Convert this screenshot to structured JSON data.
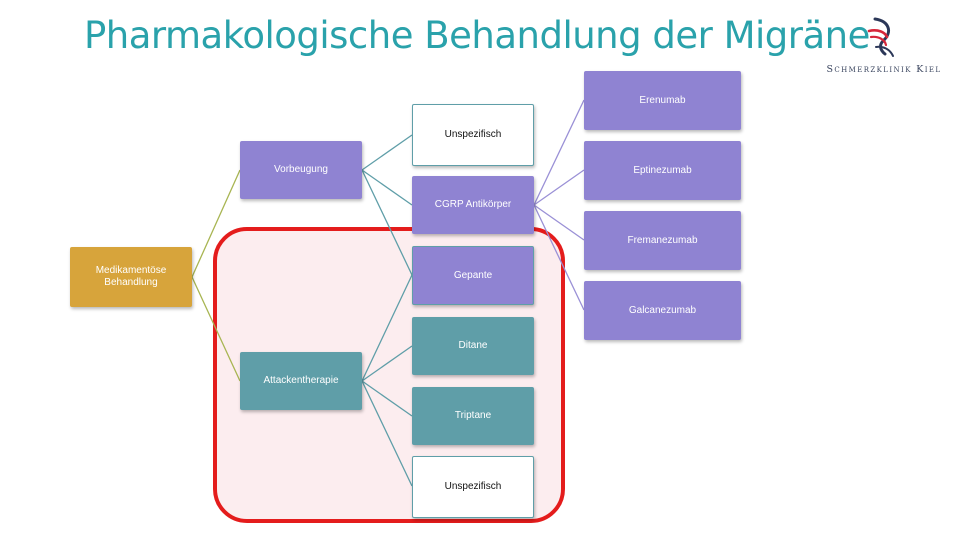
{
  "title": "Pharmakologische Behandlung der Migräne",
  "logo": {
    "text": "Schmerzklinik Kiel",
    "icon": "winged-figure-icon"
  },
  "colors": {
    "title": "#2aa2ab",
    "root": "#d7a43b",
    "purple": "#8f83d2",
    "teal": "#5f9ea8",
    "highlight_border": "#e41c1c"
  },
  "diagram": {
    "root": {
      "label": "Medikamentöse\nBehandlung"
    },
    "prevention": {
      "label": "Vorbeugung",
      "children": [
        {
          "label": "Unspezifisch"
        },
        {
          "label": "CGRP Antikörper"
        },
        {
          "label": "Gepante"
        }
      ],
      "antibodies": [
        {
          "label": "Erenumab"
        },
        {
          "label": "Eptinezumab"
        },
        {
          "label": "Fremanezumab"
        },
        {
          "label": "Galcanezumab"
        }
      ]
    },
    "acute": {
      "label": "Attackentherapie",
      "children": [
        {
          "label": "Gepante"
        },
        {
          "label": "Ditane"
        },
        {
          "label": "Triptane"
        },
        {
          "label": "Unspezifisch"
        }
      ]
    }
  }
}
